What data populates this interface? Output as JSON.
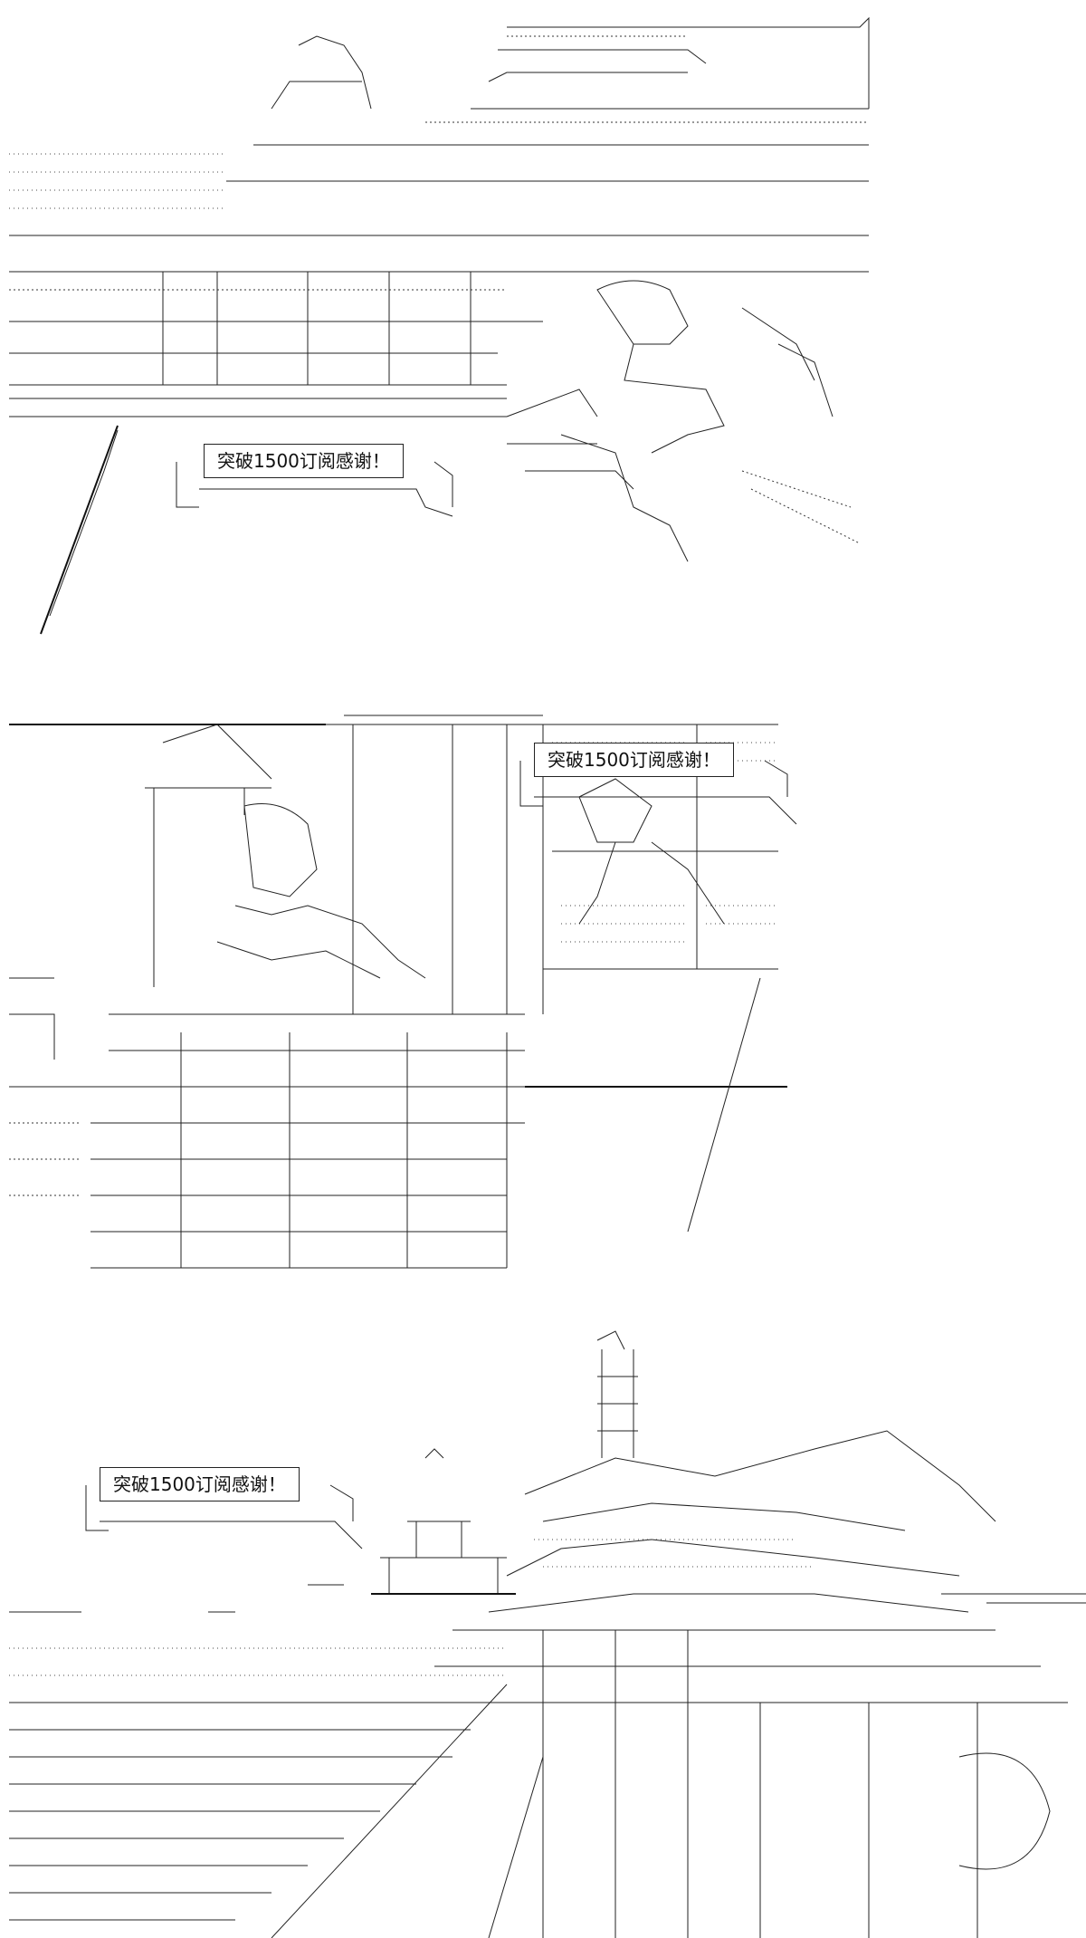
{
  "panels": [
    {
      "speech": "突破1500订阅感谢！"
    },
    {
      "speech": "突破1500订阅感谢！"
    },
    {
      "speech": "突破1500订阅感谢！"
    }
  ],
  "colors": {
    "ink": "#222222",
    "background": "#ffffff"
  }
}
